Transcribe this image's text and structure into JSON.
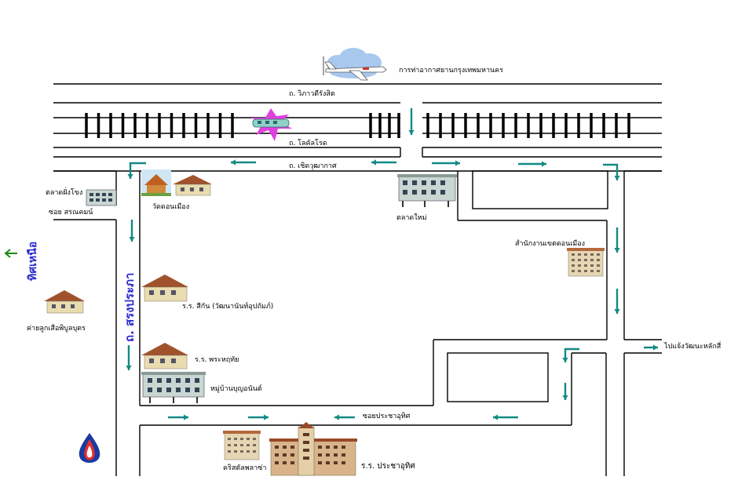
{
  "map": {
    "labels": {
      "airport": "การท่าอากาศยานกรุงเทพมหานคร",
      "vibhavadi_road": "ถ. วิภาวดีรังสิต",
      "highway_road": "ถ. โลคัลโรด",
      "choet_road": "ถ. เชิดวุฒากาศ",
      "talad_fang_khlong": "ตลาดฝั่งโขง",
      "soi_sornram": "ซอย สรณคมน์",
      "wat_don_mueang": "วัดดอนเมือง",
      "talad_mai": "ตลาดใหม่",
      "district_office": "สำนักงานเขตดอนเมือง",
      "songprapha_road": "ถ. สรงประภา",
      "north_direction": "ทิศเหนือ",
      "school_sikan": "ร.ร. สีกัน (วัฒนานันท์อุปถัมภ์)",
      "camp_phibun": "ค่ายลูกเสือพิบูลบุตร",
      "school_phrahruthai": "ร.ร. พระหฤทัย",
      "village_boonnon": "หมู่บ้านบุญอนันต์",
      "to_lak_si": "ไปแจ้งวัฒนะหลักสี่",
      "soi_pracha_uthit": "ซอยประชาอุทิศ",
      "christ_church": "คริสตัลพลาซ่า",
      "school_pracha_uthit": "ร.ร. ประชาอุทิศ"
    },
    "colors": {
      "arrow": "#138a84",
      "road": "#000000",
      "north_text": "#2a2ad0",
      "north_arrow": "#1a8a1a",
      "star": "#e040e0"
    },
    "icons": {
      "plane": "airplane-cloud-icon",
      "train": "train-star-icon",
      "logo": "flame-emblem-icon"
    }
  }
}
